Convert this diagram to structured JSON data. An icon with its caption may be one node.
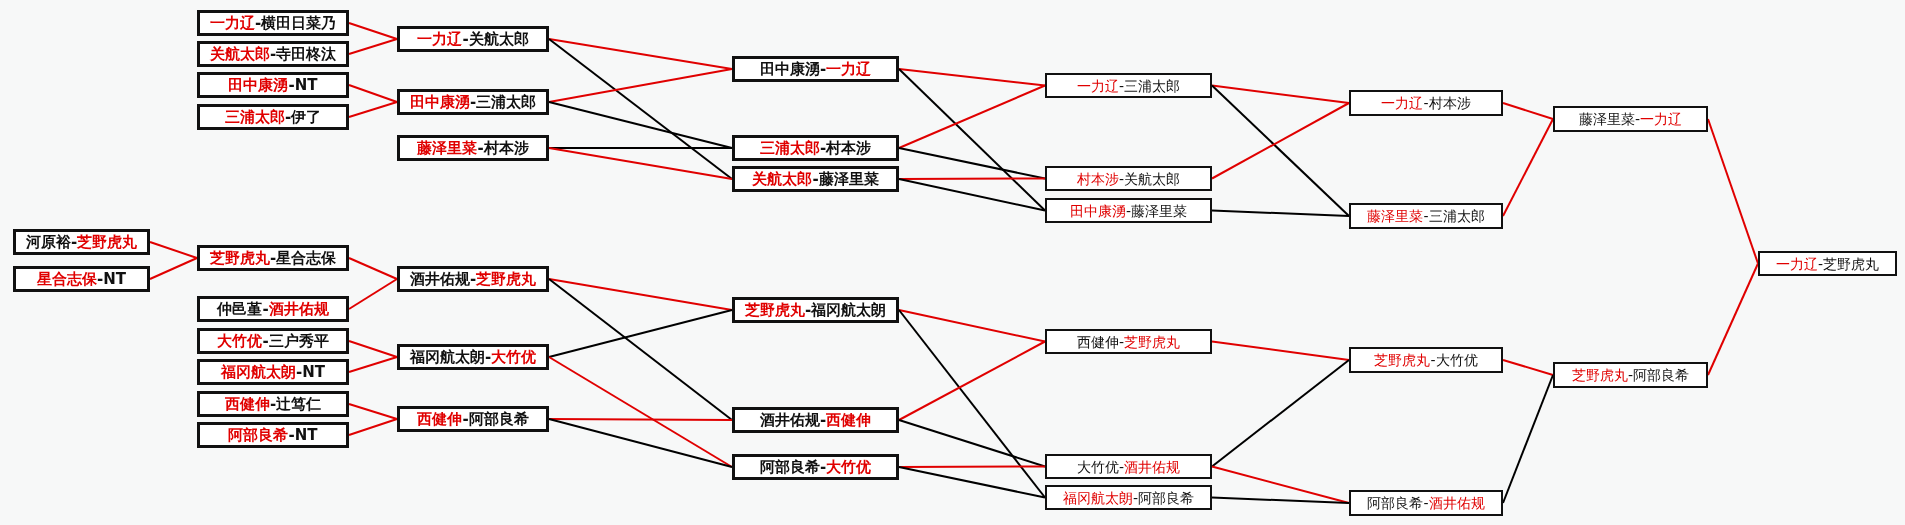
{
  "diagram": {
    "nodes": [
      {
        "text": [
          "河原裕-**芝野虎丸**"
        ]
      },
      {
        "text": [
          "**星合志保**-NT"
        ]
      },
      {
        "text": [
          "**一力辽**-横田日菜乃"
        ]
      },
      {
        "text": [
          "**关航太郎**-寺田柊汰"
        ]
      },
      {
        "text": [
          "**田中康湧**-NT"
        ]
      },
      {
        "text": [
          "**三浦太郎**-伊了"
        ]
      },
      {
        "text": [
          "**芝野虎丸**-星合志保"
        ]
      },
      {
        "text": [
          "仲邑堇-**酒井佑规**"
        ]
      },
      {
        "text": [
          "**大竹优**-三户秀平"
        ]
      },
      {
        "text": [
          "**福冈航太朗**-NT"
        ]
      },
      {
        "text": [
          "**西健伸**-辻笃仁"
        ]
      },
      {
        "text": [
          "**阿部良希**-NT"
        ]
      },
      {
        "text": [
          "**一力辽**-关航太郎"
        ]
      },
      {
        "text": [
          "**田中康湧**-三浦太郎"
        ]
      },
      {
        "text": [
          "**藤泽里菜**-村本涉"
        ]
      },
      {
        "text": [
          "酒井佑规-**芝野虎丸**"
        ]
      },
      {
        "text": [
          "福冈航太朗-**大竹优**"
        ]
      },
      {
        "text": [
          "**西健伸**-阿部良希"
        ]
      },
      {
        "text": [
          "田中康湧-**一力辽**"
        ]
      },
      {
        "text": [
          "**三浦太郎**-村本涉"
        ]
      },
      {
        "text": [
          "**关航太郎**-藤泽里菜"
        ]
      },
      {
        "text": [
          "**芝野虎丸**-福冈航太朗"
        ]
      },
      {
        "text": [
          "酒井佑规-**西健伸**"
        ]
      },
      {
        "text": [
          "阿部良希-**大竹优**"
        ]
      },
      {
        "text": [
          "**一力辽**-三浦太郎"
        ]
      },
      {
        "text": [
          "**村本涉**-关航太郎"
        ]
      },
      {
        "text": [
          "**田中康湧**-藤泽里菜"
        ]
      },
      {
        "text": [
          "西健伸-**芝野虎丸**"
        ]
      },
      {
        "text": [
          "大竹优-**酒井佑规**"
        ]
      },
      {
        "text": [
          "**福冈航太朗**-阿部良希"
        ]
      },
      {
        "text": [
          "**一力辽**-村本涉"
        ]
      },
      {
        "text": [
          "**藤泽里菜**-三浦太郎"
        ]
      },
      {
        "text": [
          "**芝野虎丸**-大竹优"
        ]
      },
      {
        "text": [
          "阿部良希-**酒井佑规**"
        ]
      },
      {
        "text": [
          "藤泽里菜-**一力辽**"
        ]
      },
      {
        "text": [
          "**芝野虎丸**-阿部良希"
        ]
      },
      {
        "text": [
          "**一力辽**-芝野虎丸"
        ]
      }
    ],
    "edges": [
      {
        "from": 0,
        "to": 6,
        "arrow": "none"
      },
      {
        "from": 1,
        "to": 6,
        "arrow": "none"
      },
      {
        "from": 2,
        "to": 12,
        "arrow": "none"
      },
      {
        "from": 3,
        "to": 12,
        "arrow": "none"
      },
      {
        "from": 4,
        "to": 13,
        "arrow": "none"
      },
      {
        "from": 5,
        "to": 13,
        "arrow": "none"
      },
      {
        "from": 6,
        "to": 15,
        "arrow": "none"
      },
      {
        "from": 7,
        "to": 15,
        "arrow": "none"
      },
      {
        "from": 8,
        "to": 16,
        "arrow": "none"
      },
      {
        "from": 9,
        "to": 16,
        "arrow": "none"
      },
      {
        "from": 10,
        "to": 17,
        "arrow": "none"
      },
      {
        "from": 11,
        "to": 17,
        "arrow": "none"
      },
      {
        "from": 12,
        "to": 18,
        "arrow": "none"
      },
      {
        "from": 12,
        "to": 20,
        "arrow": "none",
        "color": "#000000"
      },
      {
        "from": 13,
        "to": 18,
        "arrow": "none"
      },
      {
        "from": 13,
        "to": 19,
        "arrow": "none",
        "color": "#000000"
      },
      {
        "from": 14,
        "to": 19,
        "arrow": "none",
        "color": "#000000"
      },
      {
        "from": 14,
        "to": 20,
        "arrow": "none"
      },
      {
        "from": 15,
        "to": 21,
        "arrow": "none"
      },
      {
        "from": 15,
        "to": 22,
        "arrow": "none",
        "color": "#000000"
      },
      {
        "from": 16,
        "to": 21,
        "arrow": "none",
        "color": "#000000"
      },
      {
        "from": 16,
        "to": 23,
        "arrow": "none"
      },
      {
        "from": 17,
        "to": 22,
        "arrow": "none"
      },
      {
        "from": 17,
        "to": 23,
        "arrow": "none",
        "color": "#000000"
      },
      {
        "from": 18,
        "to": 24,
        "arrow": "none"
      },
      {
        "from": 18,
        "to": 26,
        "arrow": "none",
        "color": "#000000"
      },
      {
        "from": 19,
        "to": 24,
        "arrow": "none"
      },
      {
        "from": 19,
        "to": 25,
        "arrow": "none",
        "color": "#000000"
      },
      {
        "from": 20,
        "to": 25,
        "arrow": "none"
      },
      {
        "from": 20,
        "to": 26,
        "arrow": "none",
        "color": "#000000"
      },
      {
        "from": 21,
        "to": 27,
        "arrow": "none"
      },
      {
        "from": 21,
        "to": 29,
        "arrow": "none",
        "color": "#000000"
      },
      {
        "from": 22,
        "to": 27,
        "arrow": "none"
      },
      {
        "from": 22,
        "to": 28,
        "arrow": "none",
        "color": "#000000"
      },
      {
        "from": 23,
        "to": 28,
        "arrow": "none"
      },
      {
        "from": 23,
        "to": 29,
        "arrow": "none",
        "color": "#000000"
      },
      {
        "from": 24,
        "to": 30,
        "arrow": "none"
      },
      {
        "from": 24,
        "to": 31,
        "arrow": "none",
        "color": "#000000"
      },
      {
        "from": 25,
        "to": 30,
        "arrow": "none"
      },
      {
        "from": 26,
        "to": 31,
        "arrow": "none",
        "color": "#000000"
      },
      {
        "from": 27,
        "to": 32,
        "arrow": "none"
      },
      {
        "from": 28,
        "to": 32,
        "arrow": "none",
        "color": "#000000"
      },
      {
        "from": 28,
        "to": 33,
        "arrow": "none"
      },
      {
        "from": 29,
        "to": 33,
        "arrow": "none",
        "color": "#000000"
      },
      {
        "from": 30,
        "to": 34,
        "arrow": "none"
      },
      {
        "from": 31,
        "to": 34,
        "arrow": "none"
      },
      {
        "from": 32,
        "to": 35,
        "arrow": "none"
      },
      {
        "from": 33,
        "to": 35,
        "arrow": "none",
        "color": "#000000"
      },
      {
        "from": 34,
        "to": 36,
        "arrow": "none"
      },
      {
        "from": 35,
        "to": 36,
        "arrow": "none"
      }
    ]
  }
}
